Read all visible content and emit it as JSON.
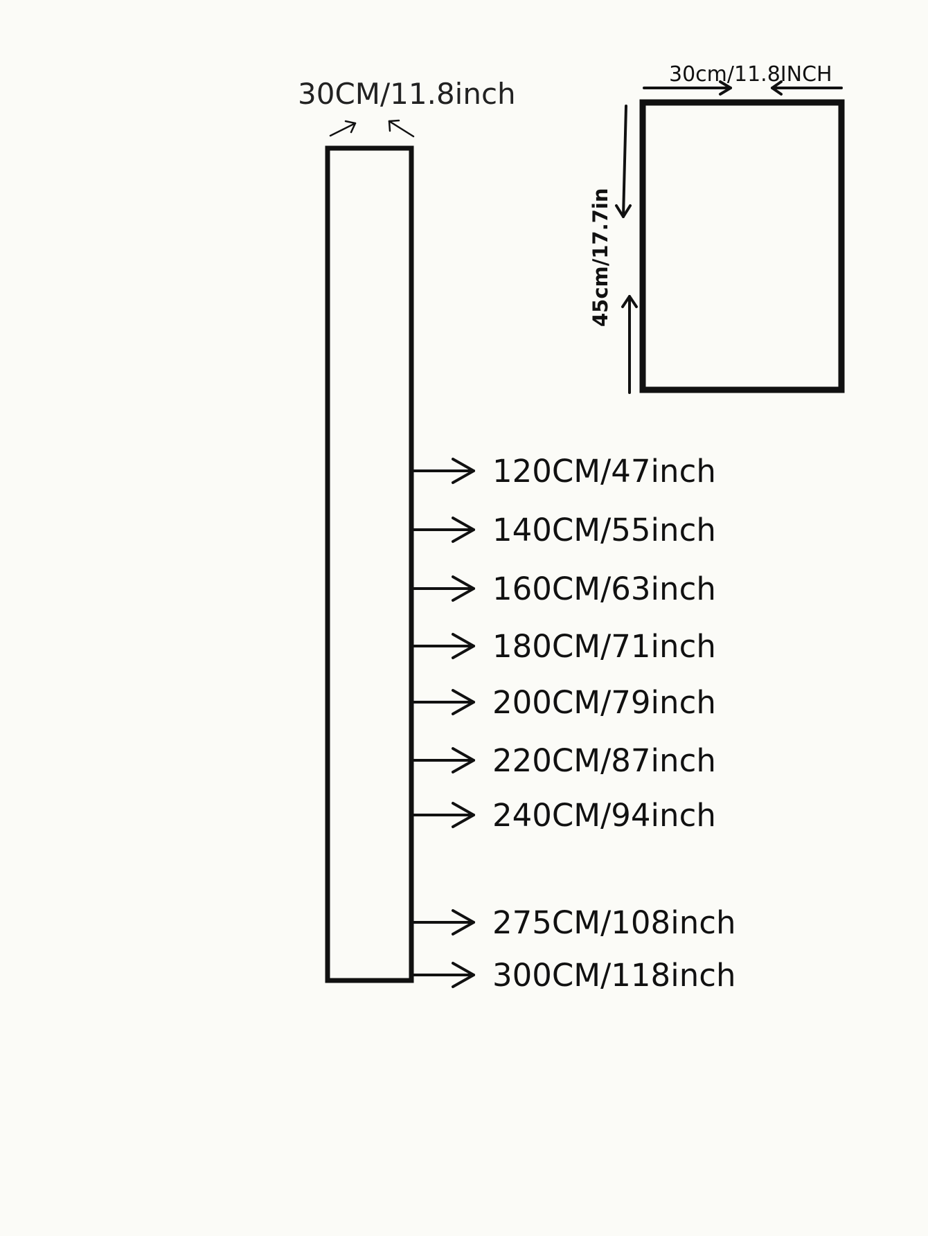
{
  "long_panel": {
    "width_label": "30CM/11.8inch",
    "lengths": [
      "120CM/47inch",
      "140CM/55inch",
      "160CM/63inch",
      "180CM/71inch",
      "200CM/79inch",
      "220CM/87inch",
      "240CM/94inch",
      "275CM/108inch",
      "300CM/118inch"
    ]
  },
  "small_panel": {
    "width_label": "30cm/11.8INCH",
    "height_label": "45cm/17.7in"
  },
  "colors": {
    "background": "#fbfbf7",
    "ink": "#111111"
  }
}
